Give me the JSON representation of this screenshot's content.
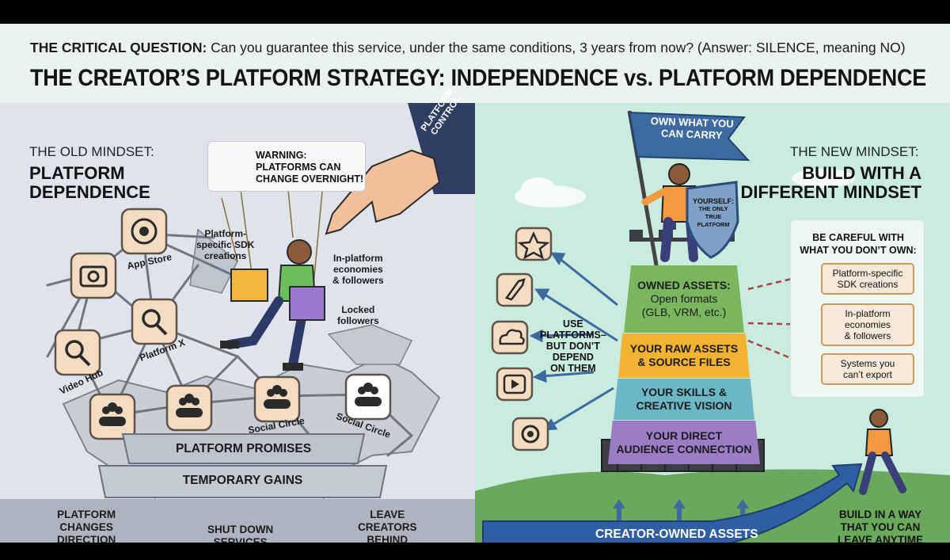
{
  "header": {
    "question_label": "THE CRITICAL QUESTION:",
    "question_text": " Can you guarantee this service, under the same conditions, 3 years from now? (Answer: SILENCE, meaning NO)",
    "title": "THE CREATOR’S PLATFORM STRATEGY: INDEPENDENCE vs. PLATFORM DEPENDENCE"
  },
  "left": {
    "mindset_small": "THE OLD MINDSET:",
    "mindset_big_1": "PLATFORM",
    "mindset_big_2": "DEPENDENCE",
    "warning_1": "WARNING:",
    "warning_2": "PLATFORMS CAN",
    "warning_3": "CHANGE OVERNIGHT!",
    "sleeve_1": "PLATFORM",
    "sleeve_2": "CONTROL",
    "labels": {
      "app_store": "App Store",
      "platform_x": "Platform X",
      "video_hub": "Video Hub",
      "social_circle": "Social Circle",
      "social_circle_2": "Social Circle",
      "sdk_1": "Platform-",
      "sdk_2": "specific SDK",
      "sdk_3": "creations",
      "econ_1": "In-platform",
      "econ_2": "economies",
      "econ_3": "& followers",
      "locked_1": "Locked",
      "locked_2": "followers"
    },
    "slab_top": "PLATFORM PROMISES",
    "slab_bottom": "TEMPORARY GAINS",
    "ground_1_a": "PLATFORM",
    "ground_1_b": "CHANGES",
    "ground_1_c": "DIRECTION",
    "ground_2_a": "SHUT DOWN",
    "ground_2_b": "SERVICES",
    "ground_3_a": "LEAVE",
    "ground_3_b": "CREATORS",
    "ground_3_c": "BEHIND"
  },
  "right": {
    "mindset_small": "THE NEW MINDSET:",
    "mindset_big_1": "BUILD WITH A",
    "mindset_big_2": "DIFFERENT MINDSET",
    "flag_1": "OWN WHAT YOU",
    "flag_2": "CAN CARRY",
    "shield_1": "YOURSELF:",
    "shield_2": "THE ONLY",
    "shield_3": "TRUE",
    "shield_4": "PLATFORM",
    "use_1": "USE",
    "use_2": "PLATFORMS–",
    "use_3": "BUT DON’T",
    "use_4": "DEPEND",
    "use_5": "ON THEM",
    "tower": [
      {
        "line1": "OWNED ASSETS:",
        "line2": "Open formats",
        "line3": "(GLB, VRM, etc.)",
        "color": "#7ab65d"
      },
      {
        "line1": "YOUR RAW ASSETS",
        "line2": "& SOURCE FILES",
        "line3": "",
        "color": "#f2b232"
      },
      {
        "line1": "YOUR SKILLS &",
        "line2": "CREATIVE VISION",
        "line3": "",
        "color": "#6cb7c5"
      },
      {
        "line1": "YOUR DIRECT",
        "line2": "AUDIENCE CONNECTION",
        "line3": "",
        "color": "#9a7dc4"
      }
    ],
    "careful_title_1": "BE CAREFUL WITH",
    "careful_title_2": "WHAT YOU DON’T OWN:",
    "careful_items": [
      {
        "line1": "Platform-specific",
        "line2": "SDK creations",
        "line3": ""
      },
      {
        "line1": "In-platform",
        "line2": "economies",
        "line3": "& followers"
      },
      {
        "line1": "Systems you",
        "line2": "can’t export",
        "line3": ""
      }
    ],
    "creator_owned": "CREATOR-OWNED ASSETS",
    "leave_1": "BUILD IN A WAY",
    "leave_2": "THAT YOU CAN",
    "leave_3": "LEAVE ANYTIME"
  },
  "colors": {
    "left_bg": "#dfe4ec",
    "right_bg": "#c9ecdf",
    "icon_tile": "#f3dcc2",
    "icon_border": "#7a6a5a",
    "warning_red": "#d83a2e",
    "sleeve_navy": "#2f3e63",
    "arrow_blue": "#3d6aa0",
    "dashed_red": "#b0404a"
  },
  "icons": [
    "camera-icon",
    "aperture-icon",
    "magnifier-icon",
    "magnifier-icon",
    "people-icon",
    "people-icon",
    "people-icon",
    "people-icon",
    "star-icon",
    "rocket-icon",
    "cloud-icon",
    "play-icon",
    "gear-icon",
    "warning-icon",
    "flag-icon",
    "shield-icon"
  ]
}
